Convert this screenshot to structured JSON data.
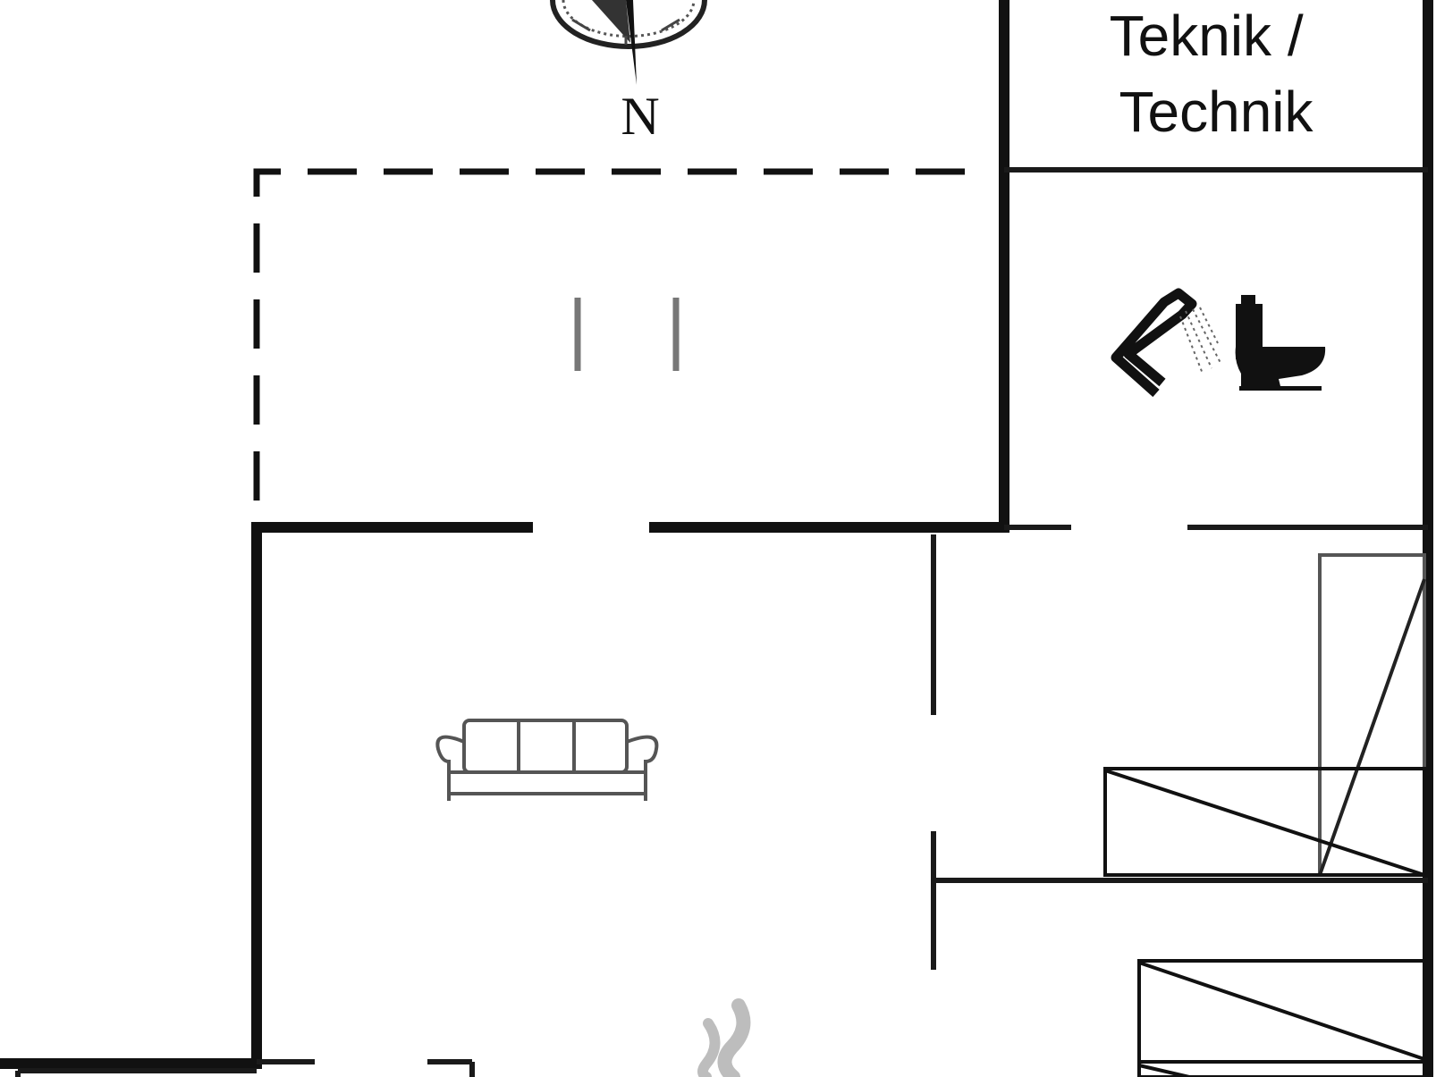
{
  "floor_plan": {
    "compass": {
      "north_label": "N",
      "icon": "compass-rose-icon"
    },
    "rooms": [
      {
        "id": "technical-room",
        "label_lines": [
          "Teknik /",
          "Technik"
        ]
      }
    ],
    "icons": {
      "bathroom": [
        "shower-icon",
        "toilet-icon"
      ],
      "living_room": "sofa-icon",
      "fireplace": "fireplace-smoke-icon",
      "staircase": "staircase-icon"
    },
    "colors": {
      "background": "#ffffff",
      "wall": "#111111",
      "thin_line": "#1a1a1a",
      "sofa": "#555555",
      "smoke": "#bdbdbd"
    }
  }
}
